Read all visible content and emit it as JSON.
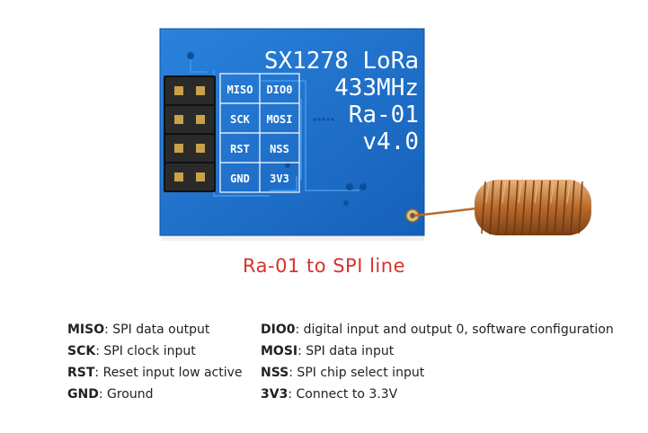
{
  "board": {
    "title_line1": "SX1278 LoRa",
    "title_line2": "433MHz",
    "title_line3": "Ra-01",
    "title_line4": "v4.0",
    "pins_left": [
      "MISO",
      "SCK",
      "RST",
      "GND"
    ],
    "pins_right": [
      "DIO0",
      "MOSI",
      "NSS",
      "3V3"
    ],
    "colors": {
      "pcb": "#1a6fcc",
      "copper": "#c47a3a",
      "silk": "#ffffff"
    },
    "icons": [
      "pin-header",
      "spring-antenna"
    ]
  },
  "caption": "Ra-01 to SPI line",
  "legend": {
    "left": [
      {
        "name": "MISO",
        "desc": ": SPI data output"
      },
      {
        "name": "SCK",
        "desc": ": SPI clock input"
      },
      {
        "name": "RST",
        "desc": ": Reset input low active"
      },
      {
        "name": "GND",
        "desc": ": Ground"
      }
    ],
    "right": [
      {
        "name": "DIO0",
        "desc": ": digital input and output 0, software configuration"
      },
      {
        "name": "MOSI",
        "desc": ": SPI data input"
      },
      {
        "name": "NSS",
        "desc": ": SPI chip select input"
      },
      {
        "name": "3V3",
        "desc": ": Connect to 3.3V"
      }
    ]
  }
}
